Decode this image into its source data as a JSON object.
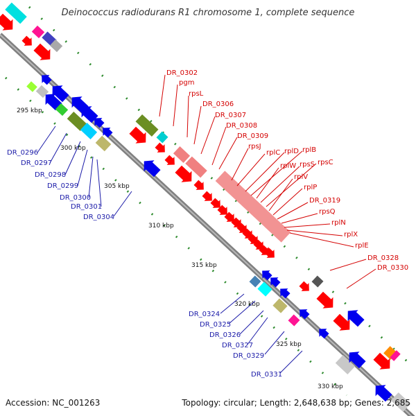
{
  "title": "Deinococcus radiodurans R1 chromosome 1, complete sequence",
  "footer": {
    "accession": "Accession: NC_001263",
    "topology": "Topology: circular; Length: 2,648,638 bp; Genes: 2,685"
  },
  "ticks": [
    "295 kbp",
    "300 kbp",
    "305 kbp",
    "310 kbp",
    "315 kbp",
    "320 kbp",
    "325 kbp",
    "330 kbp"
  ],
  "blue_labels": [
    "DR_0296",
    "DR_0297",
    "DR_0298",
    "DR_0299",
    "DR_0300",
    "DR_0301",
    "DR_0304",
    "DR_0324",
    "DR_0325",
    "DR_0326",
    "DR_0327",
    "DR_0329",
    "DR_0331"
  ],
  "red_labels": [
    "DR_0302",
    "pgm",
    "rpsL",
    "DR_0306",
    "DR_0307",
    "DR_0308",
    "DR_0309",
    "rpsJ",
    "rplC",
    "rplD",
    "rplB",
    "rplW",
    "rpsS",
    "rpsC",
    "rplV",
    "rplP",
    "DR_0319",
    "rpsQ",
    "rplN",
    "rplX",
    "rplE",
    "DR_0328",
    "DR_0330"
  ],
  "colors": {
    "backbone": "#808080",
    "blue_gene": "#0000ee",
    "red_gene": "#ff0000",
    "ribosomal_band": "#f08080",
    "olive_gene": "#6b8e23",
    "cyan_gene": "#00ffff",
    "tick_green": "#2e8b2e",
    "label_blue": "#1a1aa8",
    "label_red": "#d40000"
  }
}
